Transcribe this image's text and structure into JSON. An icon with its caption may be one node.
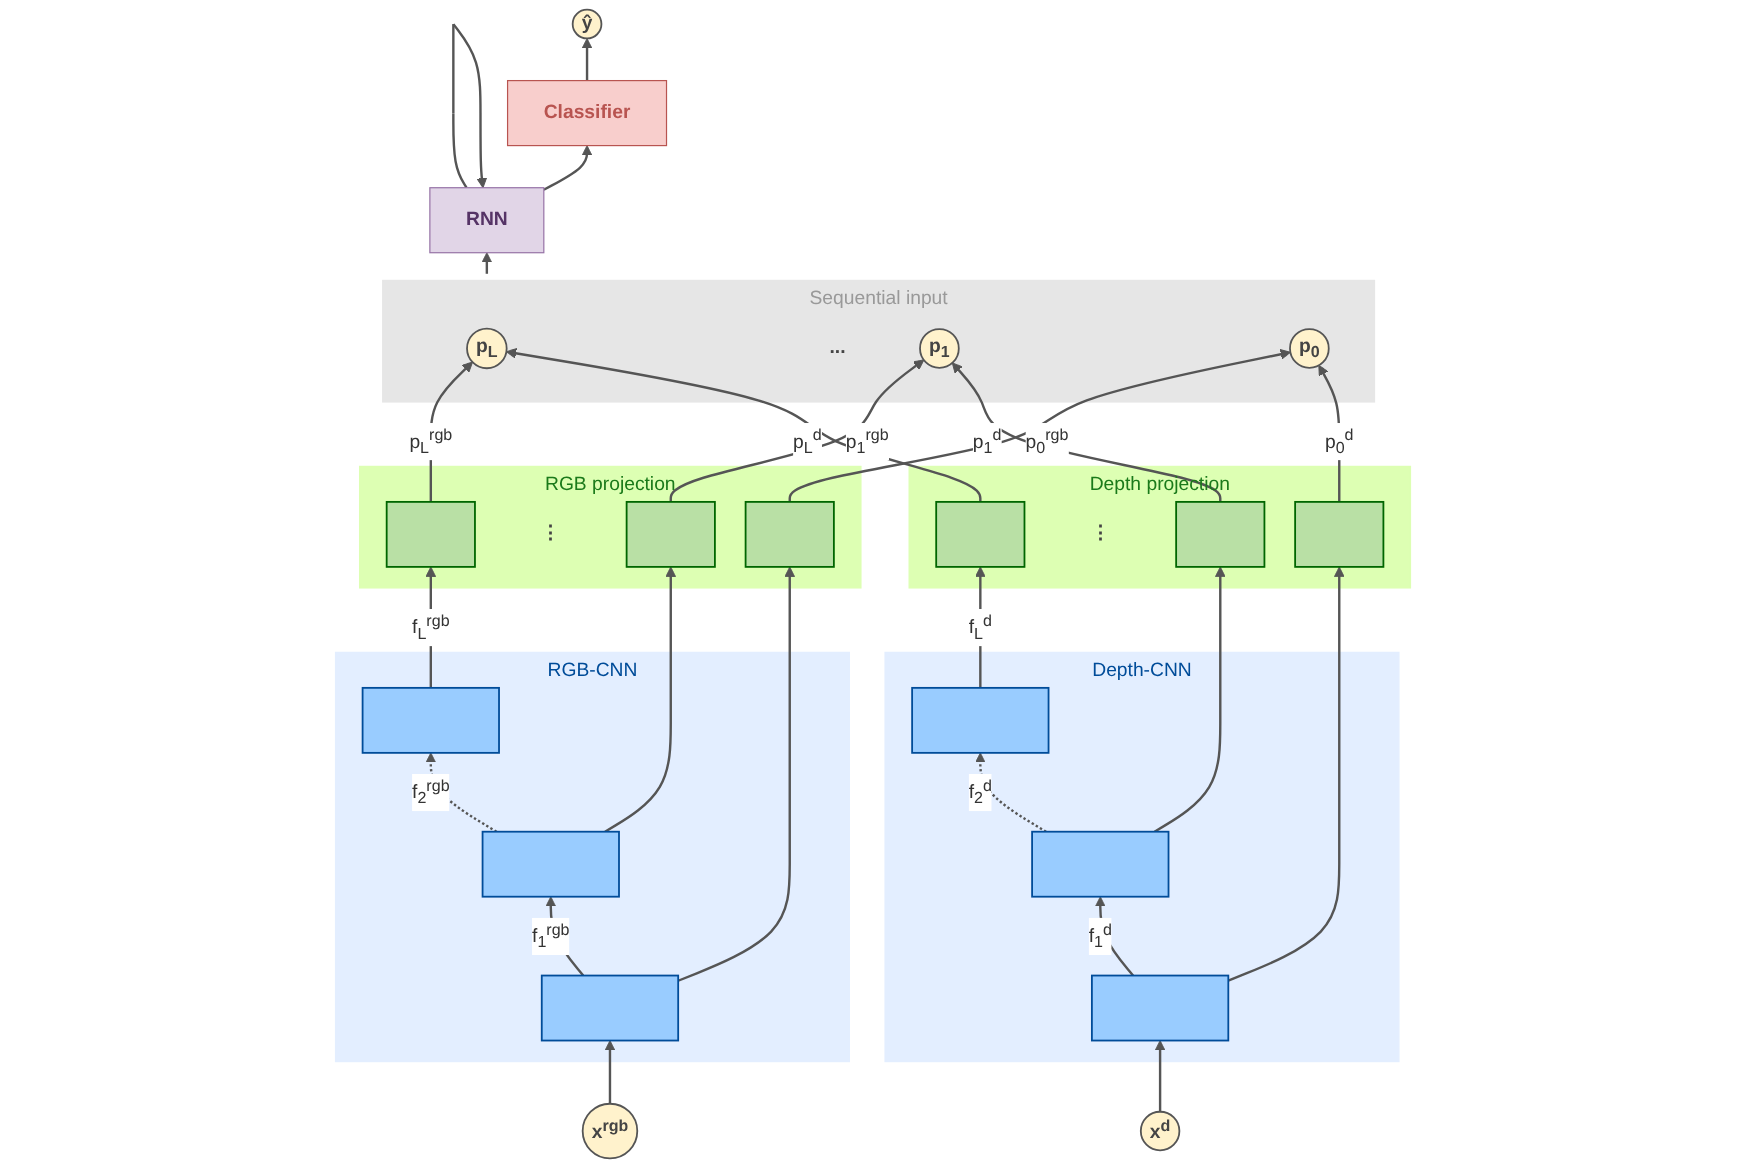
{
  "diagram": {
    "nodes": [
      {
        "text": [
          "Sequential input"
        ]
      },
      {
        "text": [
          "p$_{L}$"
        ],
        "in": 0
      },
      {
        "text": [
          "..."
        ],
        "in": 0
      },
      {
        "text": [
          "p$_{1}$"
        ],
        "in": 0
      },
      {
        "text": [
          "p$_{0}$"
        ],
        "in": 0
      },
      {
        "text": [
          "RNN"
        ]
      },
      {
        "text": [
          "Classifier"
        ]
      },
      {
        "text": [
          "ŷ"
        ]
      },
      {
        "text": [
          "RGB-CNN"
        ]
      },
      {
        "text": [],
        "shape": "bar",
        "in": 8
      },
      {
        "text": [],
        "shape": "bar",
        "in": 8
      },
      {
        "text": [],
        "shape": "bar",
        "in": 8
      },
      {
        "text": [
          "x$^{rgb}$"
        ]
      },
      {
        "text": [
          "RGB projection"
        ]
      },
      {
        "text": [],
        "shape": "box",
        "in": 13
      },
      {
        "text": [
          "⋮"
        ],
        "in": 13
      },
      {
        "text": [],
        "shape": "box",
        "in": 13
      },
      {
        "text": [],
        "shape": "box",
        "in": 13
      },
      {
        "text": [
          "Depth projection"
        ]
      },
      {
        "text": [],
        "shape": "box",
        "in": 18
      },
      {
        "text": [
          "⋮"
        ],
        "in": 18
      },
      {
        "text": [],
        "shape": "box",
        "in": 18
      },
      {
        "text": [],
        "shape": "box",
        "in": 18
      },
      {
        "text": [
          "Depth-CNN"
        ]
      },
      {
        "text": [],
        "shape": "bar",
        "in": 23
      },
      {
        "text": [],
        "shape": "bar",
        "in": 23
      },
      {
        "text": [],
        "shape": "bar",
        "in": 23
      },
      {
        "text": [
          "x$^{d}$"
        ]
      }
    ],
    "edges": [
      {
        "from": 12,
        "to": 11,
        "arrow": "to"
      },
      {
        "from": 11,
        "to": 10,
        "arrow": "to",
        "label": "f$_{1}$$^{rgb}$"
      },
      {
        "from": 10,
        "to": 9,
        "arrow": "to",
        "label": "f$_{2}$$^{rgb}$",
        "style": "dashed"
      },
      {
        "from": 9,
        "to": 14,
        "arrow": "to",
        "label": "f$_{L}$$^{rgb}$"
      },
      {
        "from": 10,
        "to": 16,
        "arrow": "to"
      },
      {
        "from": 11,
        "to": 17,
        "arrow": "to"
      },
      {
        "from": 14,
        "to": 1,
        "arrow": "to",
        "label": "p$_{L}$$^{rgb}$"
      },
      {
        "from": 16,
        "to": 3,
        "arrow": "to",
        "label": "p$_{1}$$^{rgb}$"
      },
      {
        "from": 17,
        "to": 4,
        "arrow": "to",
        "label": "p$_{0}$$^{rgb}$"
      },
      {
        "from": 27,
        "to": 26,
        "arrow": "to"
      },
      {
        "from": 26,
        "to": 25,
        "arrow": "to",
        "label": "f$_{1}$$^{d}$"
      },
      {
        "from": 25,
        "to": 24,
        "arrow": "to",
        "label": "f$_{2}$$^{d}$",
        "style": "dashed"
      },
      {
        "from": 24,
        "to": 19,
        "arrow": "to",
        "label": "f$_{L}$$^{d}$"
      },
      {
        "from": 25,
        "to": 21,
        "arrow": "to"
      },
      {
        "from": 26,
        "to": 22,
        "arrow": "to"
      },
      {
        "from": 19,
        "to": 1,
        "arrow": "to",
        "label": "p$_{L}$$^{d}$"
      },
      {
        "from": 21,
        "to": 3,
        "arrow": "to",
        "label": "p$_{1}$$^{d}$"
      },
      {
        "from": 22,
        "to": 4,
        "arrow": "to",
        "label": "p$_{0}$$^{d}$"
      },
      {
        "from": 0,
        "to": 5,
        "arrow": "to"
      },
      {
        "from": 5,
        "to": 5,
        "arrow": "to"
      },
      {
        "from": 5,
        "to": 6,
        "arrow": "to"
      },
      {
        "from": 6,
        "to": 7,
        "arrow": "to"
      }
    ]
  }
}
